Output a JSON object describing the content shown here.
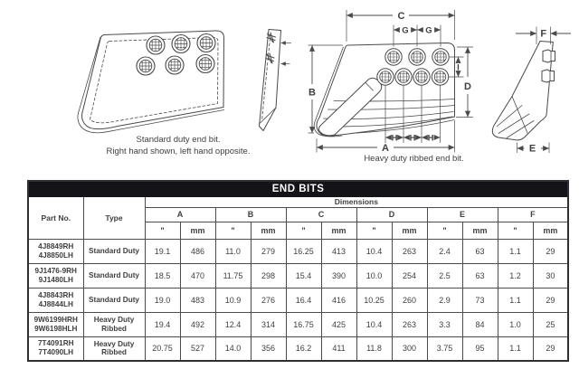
{
  "diagrams": {
    "standard": {
      "caption_line1": "Standard duty end bit.",
      "caption_line2": "Right hand shown, left hand opposite."
    },
    "heavy": {
      "caption": "Heavy duty ribbed end bit."
    },
    "dim_labels": {
      "A": "A",
      "B": "B",
      "C": "C",
      "D": "D",
      "E": "E",
      "F": "F",
      "G": "G",
      "H": "H",
      "I": "I"
    }
  },
  "table": {
    "title": "END BITS",
    "headers": {
      "part_no": "Part No.",
      "type": "Type",
      "dimensions": "Dimensions",
      "dims": [
        "A",
        "B",
        "C",
        "D",
        "E",
        "F"
      ],
      "unit_in": "\"",
      "unit_mm": "mm"
    },
    "rows": [
      {
        "part_no": [
          "4J8849RH",
          "4J8850LH"
        ],
        "type": "Standard Duty",
        "values": [
          "19.1",
          "486",
          "11.0",
          "279",
          "16.25",
          "413",
          "10.4",
          "263",
          "2.4",
          "63",
          "1.1",
          "29"
        ]
      },
      {
        "part_no": [
          "9J1476-9RH",
          "9J1480LH"
        ],
        "type": "Standard Duty",
        "values": [
          "18.5",
          "470",
          "11.75",
          "298",
          "15.4",
          "390",
          "10.0",
          "254",
          "2.5",
          "63",
          "1.2",
          "30"
        ]
      },
      {
        "part_no": [
          "4J8843RH",
          "4J8844LH"
        ],
        "type": "Standard Duty",
        "values": [
          "19.0",
          "483",
          "10.9",
          "276",
          "16.4",
          "416",
          "10.25",
          "260",
          "2.9",
          "73",
          "1.1",
          "29"
        ]
      },
      {
        "part_no": [
          "9W6199HRH",
          "9W6198HLH"
        ],
        "type": "Heavy Duty Ribbed",
        "values": [
          "19.4",
          "492",
          "12.4",
          "314",
          "16.75",
          "425",
          "10.4",
          "263",
          "3.3",
          "84",
          "1.0",
          "25"
        ]
      },
      {
        "part_no": [
          "7T4091RH",
          "7T4090LH"
        ],
        "type": "Heavy Duty Ribbed",
        "values": [
          "20.75",
          "527",
          "14.0",
          "356",
          "16.2",
          "411",
          "11.8",
          "300",
          "3.75",
          "95",
          "1.1",
          "29"
        ]
      }
    ]
  },
  "colors": {
    "line": "#4a4a4a",
    "text": "#3f4042",
    "border": "#4c4c4e",
    "header_bg": "#141418",
    "header_text": "#ffffff"
  }
}
